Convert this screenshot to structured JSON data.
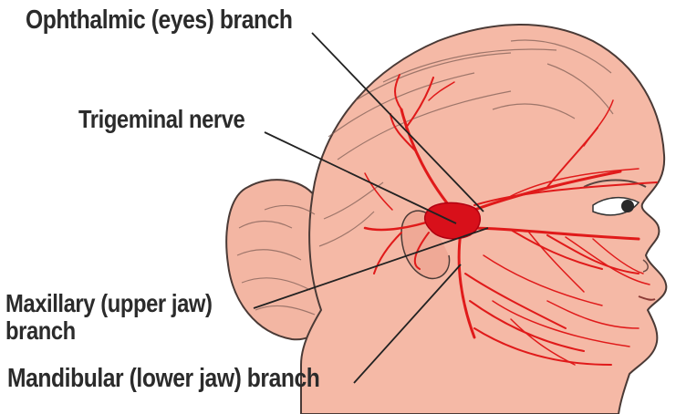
{
  "labels": {
    "ophthalmic": "Ophthalmic (eyes) branch",
    "trigeminal": "Trigeminal nerve",
    "maxillary_line1": "Maxillary (upper jaw)",
    "maxillary_line2": "branch",
    "mandibular": "Mandibular (lower jaw) branch"
  },
  "colors": {
    "skin": "#f5b9a6",
    "skin_shade": "#e9a08c",
    "outline": "#4a3a36",
    "nerve": "#e01a1a",
    "ganglion": "#d8101a",
    "leader": "#222222"
  }
}
